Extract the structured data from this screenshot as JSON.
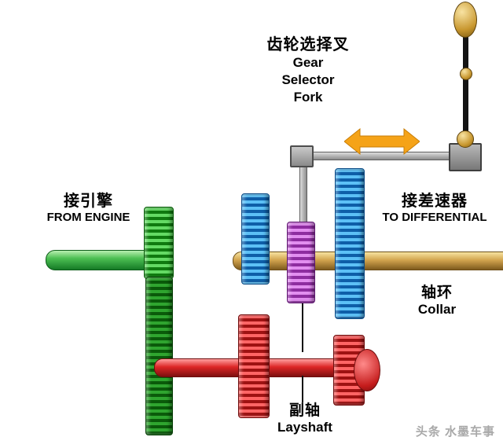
{
  "labels": {
    "gear_selector_fork": {
      "zh": "齿轮选择叉",
      "en": [
        "Gear",
        "Selector",
        "Fork"
      ]
    },
    "from_engine": {
      "zh": "接引擎",
      "en": "FROM ENGINE"
    },
    "to_differential": {
      "zh": "接差速器",
      "en": "TO DIFFERENTIAL"
    },
    "collar": {
      "zh": "轴环",
      "en": "Collar"
    },
    "layshaft": {
      "zh": "副轴",
      "en": "Layshaft"
    }
  },
  "watermark": "头条 水墨车事",
  "colors": {
    "input_shaft_green": "#3CB54B",
    "input_gear_green": "#2DB52D",
    "layshaft_gear_dark_green": "#1E8A1E",
    "output_gears_blue": "#2E9FE6",
    "collar_purple": "#C05AD0",
    "output_shaft_gold": "#D2A44E",
    "layshaft_red": "#E23D3D",
    "arrow_orange": "#F5A318",
    "linkage_gray": "#9A9A9A",
    "lever_black": "#141414",
    "knob_gold": "#C8972F"
  }
}
